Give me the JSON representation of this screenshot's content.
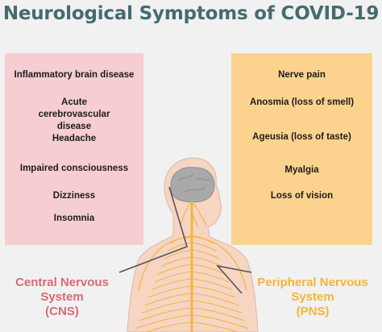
{
  "title": "Neurological Symptoms of COVID-19",
  "cns": {
    "items": [
      "Inflammatory brain disease",
      "Acute cerebrovascular disease",
      "Headache",
      "Impaired consciousness",
      "Dizziness",
      "Insomnia"
    ],
    "label_line1": "Central Nervous",
    "label_line2": "System",
    "label_line3": "(CNS)",
    "color": "#d96a74"
  },
  "pns": {
    "items": [
      "Nerve pain",
      "Anosmia (loss of smell)",
      "Ageusia (loss of taste)",
      "Myalgia",
      "Loss of vision"
    ],
    "label_line1": "Peripheral Nervous",
    "label_line2": "System",
    "label_line3": "(PNS)",
    "color": "#f3b53a"
  },
  "colors": {
    "title": "#466b6f",
    "cns_panel": "#f6cdd1",
    "pns_panel": "#fbd38f",
    "nerves": "#f2b640",
    "brain": "#a9a9a9"
  }
}
